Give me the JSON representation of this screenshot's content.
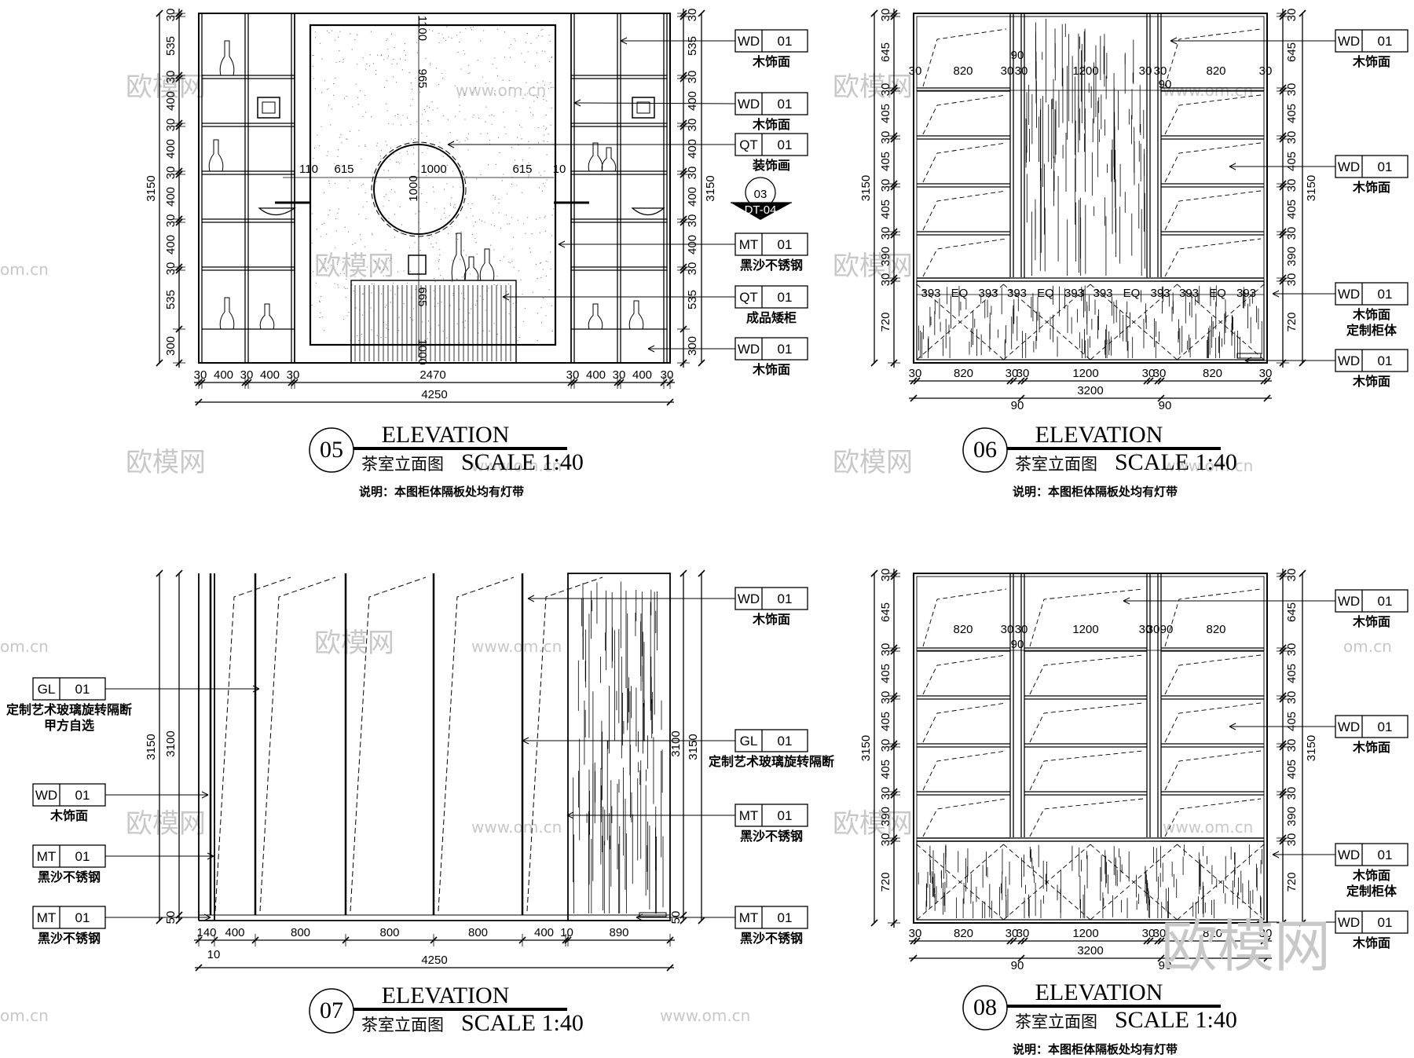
{
  "watermark": {
    "brand": "欧模网",
    "site": "www.om.cn",
    "short": "om.cn"
  },
  "panels": [
    {
      "id": "05",
      "title_en": "ELEVATION",
      "title_cn": "茶室立面图",
      "scale": "SCALE 1:40",
      "note": "说明：本图柜体隔板处均有灯带",
      "dims_left": [
        "30",
        "535",
        "30",
        "400",
        "30",
        "400",
        "30",
        "400",
        "30",
        "400",
        "30",
        "535",
        "300"
      ],
      "dims_total_left": "3150",
      "dims_right": [
        "30",
        "535",
        "30",
        "400",
        "30",
        "400",
        "30",
        "400",
        "30",
        "400",
        "30",
        "535",
        "300"
      ],
      "dims_total_right": "3150",
      "dims_bottom": [
        "30",
        "400",
        "30",
        "400",
        "30",
        "2470",
        "30",
        "400",
        "30",
        "400",
        "30"
      ],
      "dims_total_bottom": "4250",
      "inner_dims": [
        "1100",
        "965",
        "1000",
        "1000",
        "615",
        "615",
        "10",
        "10",
        "110",
        "110",
        "665",
        "1000"
      ],
      "section_mark": {
        "number": "03",
        "sheet": "DT-04"
      },
      "tags": [
        {
          "code": "WD",
          "num": "01",
          "label": "木饰面"
        },
        {
          "code": "WD",
          "num": "01",
          "label": "木饰面"
        },
        {
          "code": "QT",
          "num": "01",
          "label": "装饰画"
        },
        {
          "code": "MT",
          "num": "01",
          "label": "黑沙不锈钢"
        },
        {
          "code": "QT",
          "num": "01",
          "label": "成品矮柜"
        },
        {
          "code": "WD",
          "num": "01",
          "label": "木饰面"
        }
      ]
    },
    {
      "id": "06",
      "title_en": "ELEVATION",
      "title_cn": "茶室立面图",
      "scale": "SCALE 1:40",
      "note": "说明：本图柜体隔板处均有灯带",
      "dims_left": [
        "30",
        "645",
        "30",
        "405",
        "30",
        "405",
        "30",
        "405",
        "30",
        "390",
        "30",
        "720"
      ],
      "dims_total_left": "3150",
      "dims_right": [
        "30",
        "645",
        "30",
        "405",
        "30",
        "405",
        "30",
        "405",
        "30",
        "390",
        "30",
        "720"
      ],
      "dims_total_right": "3150",
      "dims_bottom": [
        "30",
        "820",
        "30",
        "30",
        "1200",
        "30",
        "30",
        "820",
        "30"
      ],
      "dims_bottom2": [
        "90",
        "3200",
        "90"
      ],
      "inner_top": [
        "30",
        "820",
        "30",
        "30",
        "1200",
        "30",
        "30",
        "820",
        "30"
      ],
      "inner_90": [
        "90",
        "90"
      ],
      "inner_393": [
        "393",
        "EQ",
        "393",
        "393",
        "EQ",
        "393",
        "393",
        "EQ",
        "393",
        "393",
        "EQ",
        "393"
      ],
      "tags": [
        {
          "code": "WD",
          "num": "01",
          "label": "木饰面"
        },
        {
          "code": "WD",
          "num": "01",
          "label": "木饰面"
        },
        {
          "code": "WD",
          "num": "01",
          "label": "木饰面",
          "label2": "定制柜体"
        },
        {
          "code": "WD",
          "num": "01",
          "label": "木饰面"
        }
      ]
    },
    {
      "id": "07",
      "title_en": "ELEVATION",
      "title_cn": "茶室立面图",
      "scale": "SCALE 1:40",
      "dims_left": [
        "3150",
        "3100",
        "50"
      ],
      "dims_right": [
        "3100",
        "3150",
        "50"
      ],
      "dims_bottom": [
        "140",
        "400",
        "800",
        "800",
        "800",
        "400",
        "10",
        "890"
      ],
      "dims_bottom_small": "10",
      "dims_total_bottom": "4250",
      "tags_left": [
        {
          "code": "GL",
          "num": "01",
          "label": "定制艺术玻璃旋转隔断",
          "label2": "甲方自选"
        },
        {
          "code": "WD",
          "num": "01",
          "label": "木饰面"
        },
        {
          "code": "MT",
          "num": "01",
          "label": "黑沙不锈钢"
        },
        {
          "code": "MT",
          "num": "01",
          "label": "黑沙不锈钢"
        }
      ],
      "tags_right": [
        {
          "code": "WD",
          "num": "01",
          "label": "木饰面"
        },
        {
          "code": "GL",
          "num": "01",
          "label": "定制艺术玻璃旋转隔断"
        },
        {
          "code": "MT",
          "num": "01",
          "label": "黑沙不锈钢"
        },
        {
          "code": "MT",
          "num": "01",
          "label": "黑沙不锈钢"
        }
      ]
    },
    {
      "id": "08",
      "title_en": "ELEVATION",
      "title_cn": "茶室立面图",
      "scale": "SCALE 1:40",
      "note": "说明：本图柜体隔板处均有灯带",
      "dims_left": [
        "30",
        "645",
        "30",
        "405",
        "30",
        "405",
        "30",
        "405",
        "30",
        "390",
        "30",
        "720"
      ],
      "dims_total_left": "3150",
      "dims_right": [
        "30",
        "645",
        "30",
        "405",
        "30",
        "405",
        "30",
        "405",
        "30",
        "390",
        "30",
        "720"
      ],
      "dims_total_right": "3150",
      "dims_bottom": [
        "30",
        "820",
        "30",
        "30",
        "1200",
        "30",
        "30",
        "820",
        "30"
      ],
      "dims_bottom2": [
        "90",
        "3200",
        "90"
      ],
      "inner_top": [
        "820",
        "30",
        "30",
        "1200",
        "30",
        "30",
        "90",
        "820"
      ],
      "inner_90": [
        "90"
      ],
      "tags": [
        {
          "code": "WD",
          "num": "01",
          "label": "木饰面"
        },
        {
          "code": "WD",
          "num": "01",
          "label": "木饰面"
        },
        {
          "code": "WD",
          "num": "01",
          "label": "木饰面",
          "label2": "定制柜体"
        },
        {
          "code": "WD",
          "num": "01",
          "label": "木饰面"
        }
      ]
    }
  ]
}
